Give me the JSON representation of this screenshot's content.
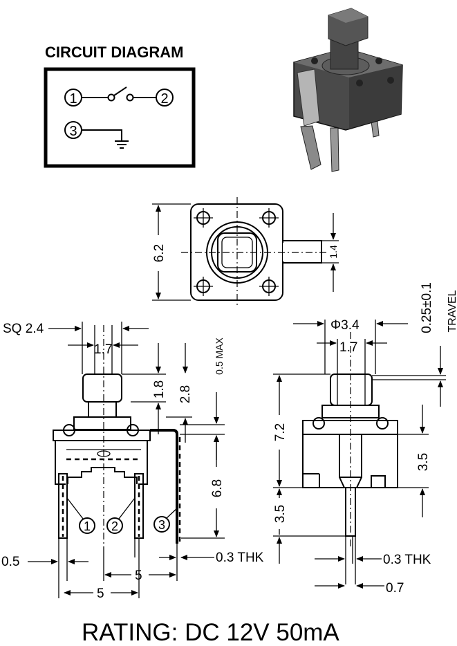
{
  "circuit": {
    "title": "CIRCUIT DIAGRAM",
    "pin1": "1",
    "pin2": "2",
    "pin3": "3"
  },
  "top_view": {
    "height": "6.2",
    "terminal_width": "1.4"
  },
  "front_view": {
    "sq": "SQ 2.4",
    "stem_width": "1.7",
    "stem_height": "1.8",
    "cap_height": "2.8",
    "max": "0.5 MAX",
    "body_height": "6.8",
    "pin_width": "0.5",
    "pitch_a": "5",
    "pitch_b": "5",
    "thickness": "0.3 THK",
    "pin1": "1",
    "pin2": "2",
    "pin3": "3"
  },
  "side_view": {
    "diameter": "Φ3.4",
    "stem_width": "1.7",
    "travel_value": "0.25±0.1",
    "travel_label": "TRAVEL",
    "total_height": "7.2",
    "body_height": "3.5",
    "pin_length": "3.5",
    "thickness": "0.3 THK",
    "pin_width": "0.7"
  },
  "rating": "RATING: DC 12V 50mA"
}
